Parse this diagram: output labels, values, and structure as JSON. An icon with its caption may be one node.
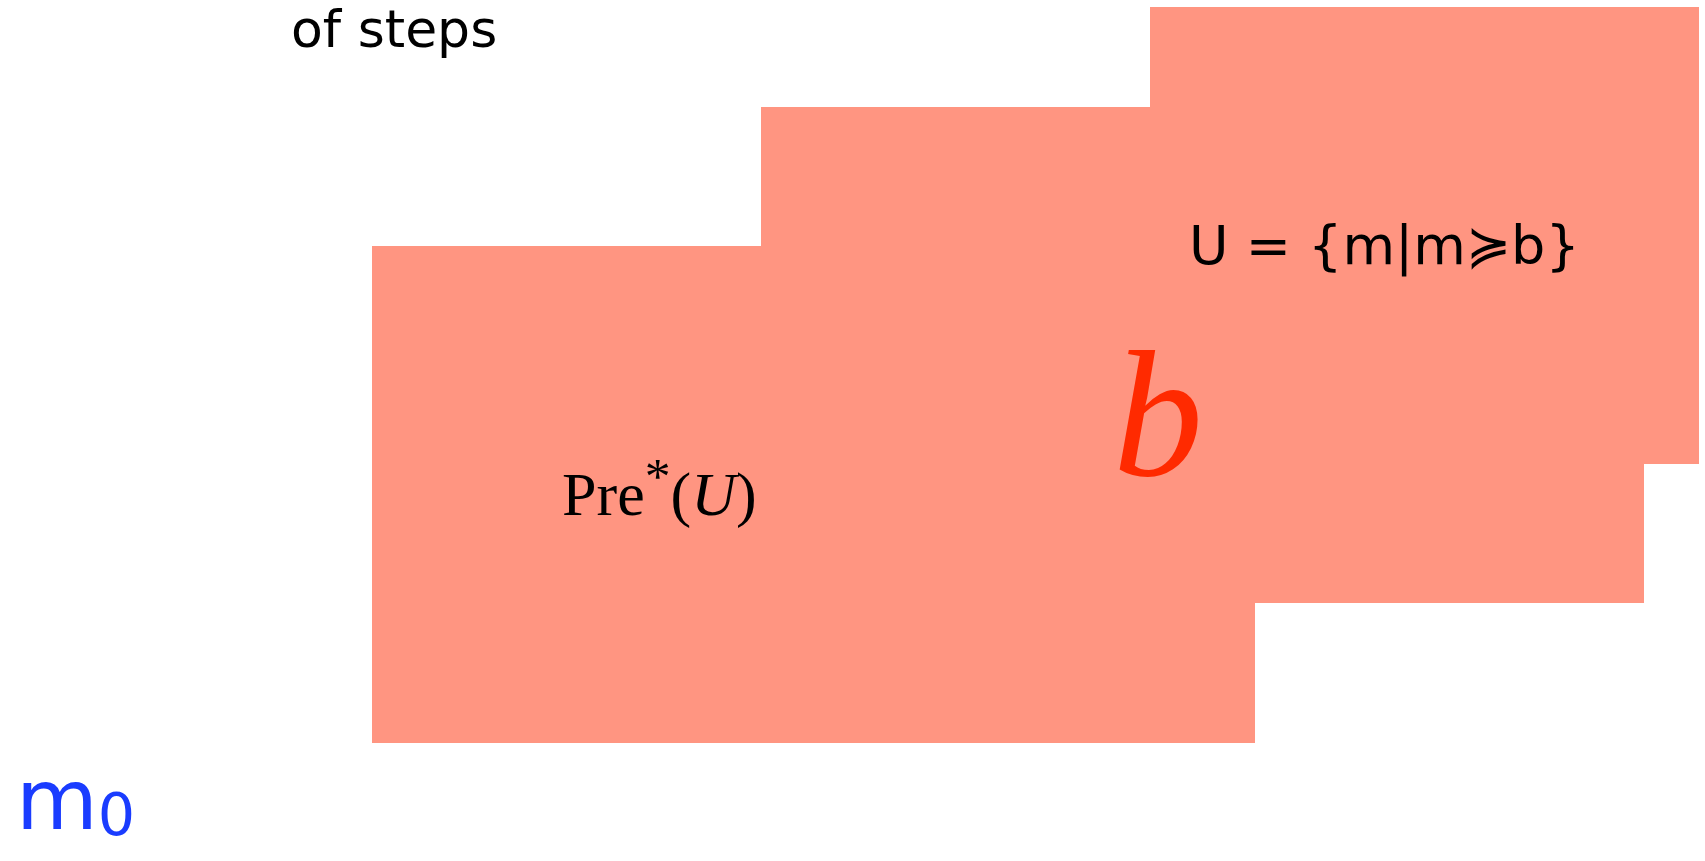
{
  "diagram": {
    "nodes": [
      {
        "text": [],
        "shape": "box"
      },
      {
        "text": [
          "U = {m|m≽b}",
          "b"
        ]
      }
    ],
    "labels": [
      "of steps",
      "Pre$^{*}$(*U*)",
      "m$_{0}$"
    ]
  }
}
